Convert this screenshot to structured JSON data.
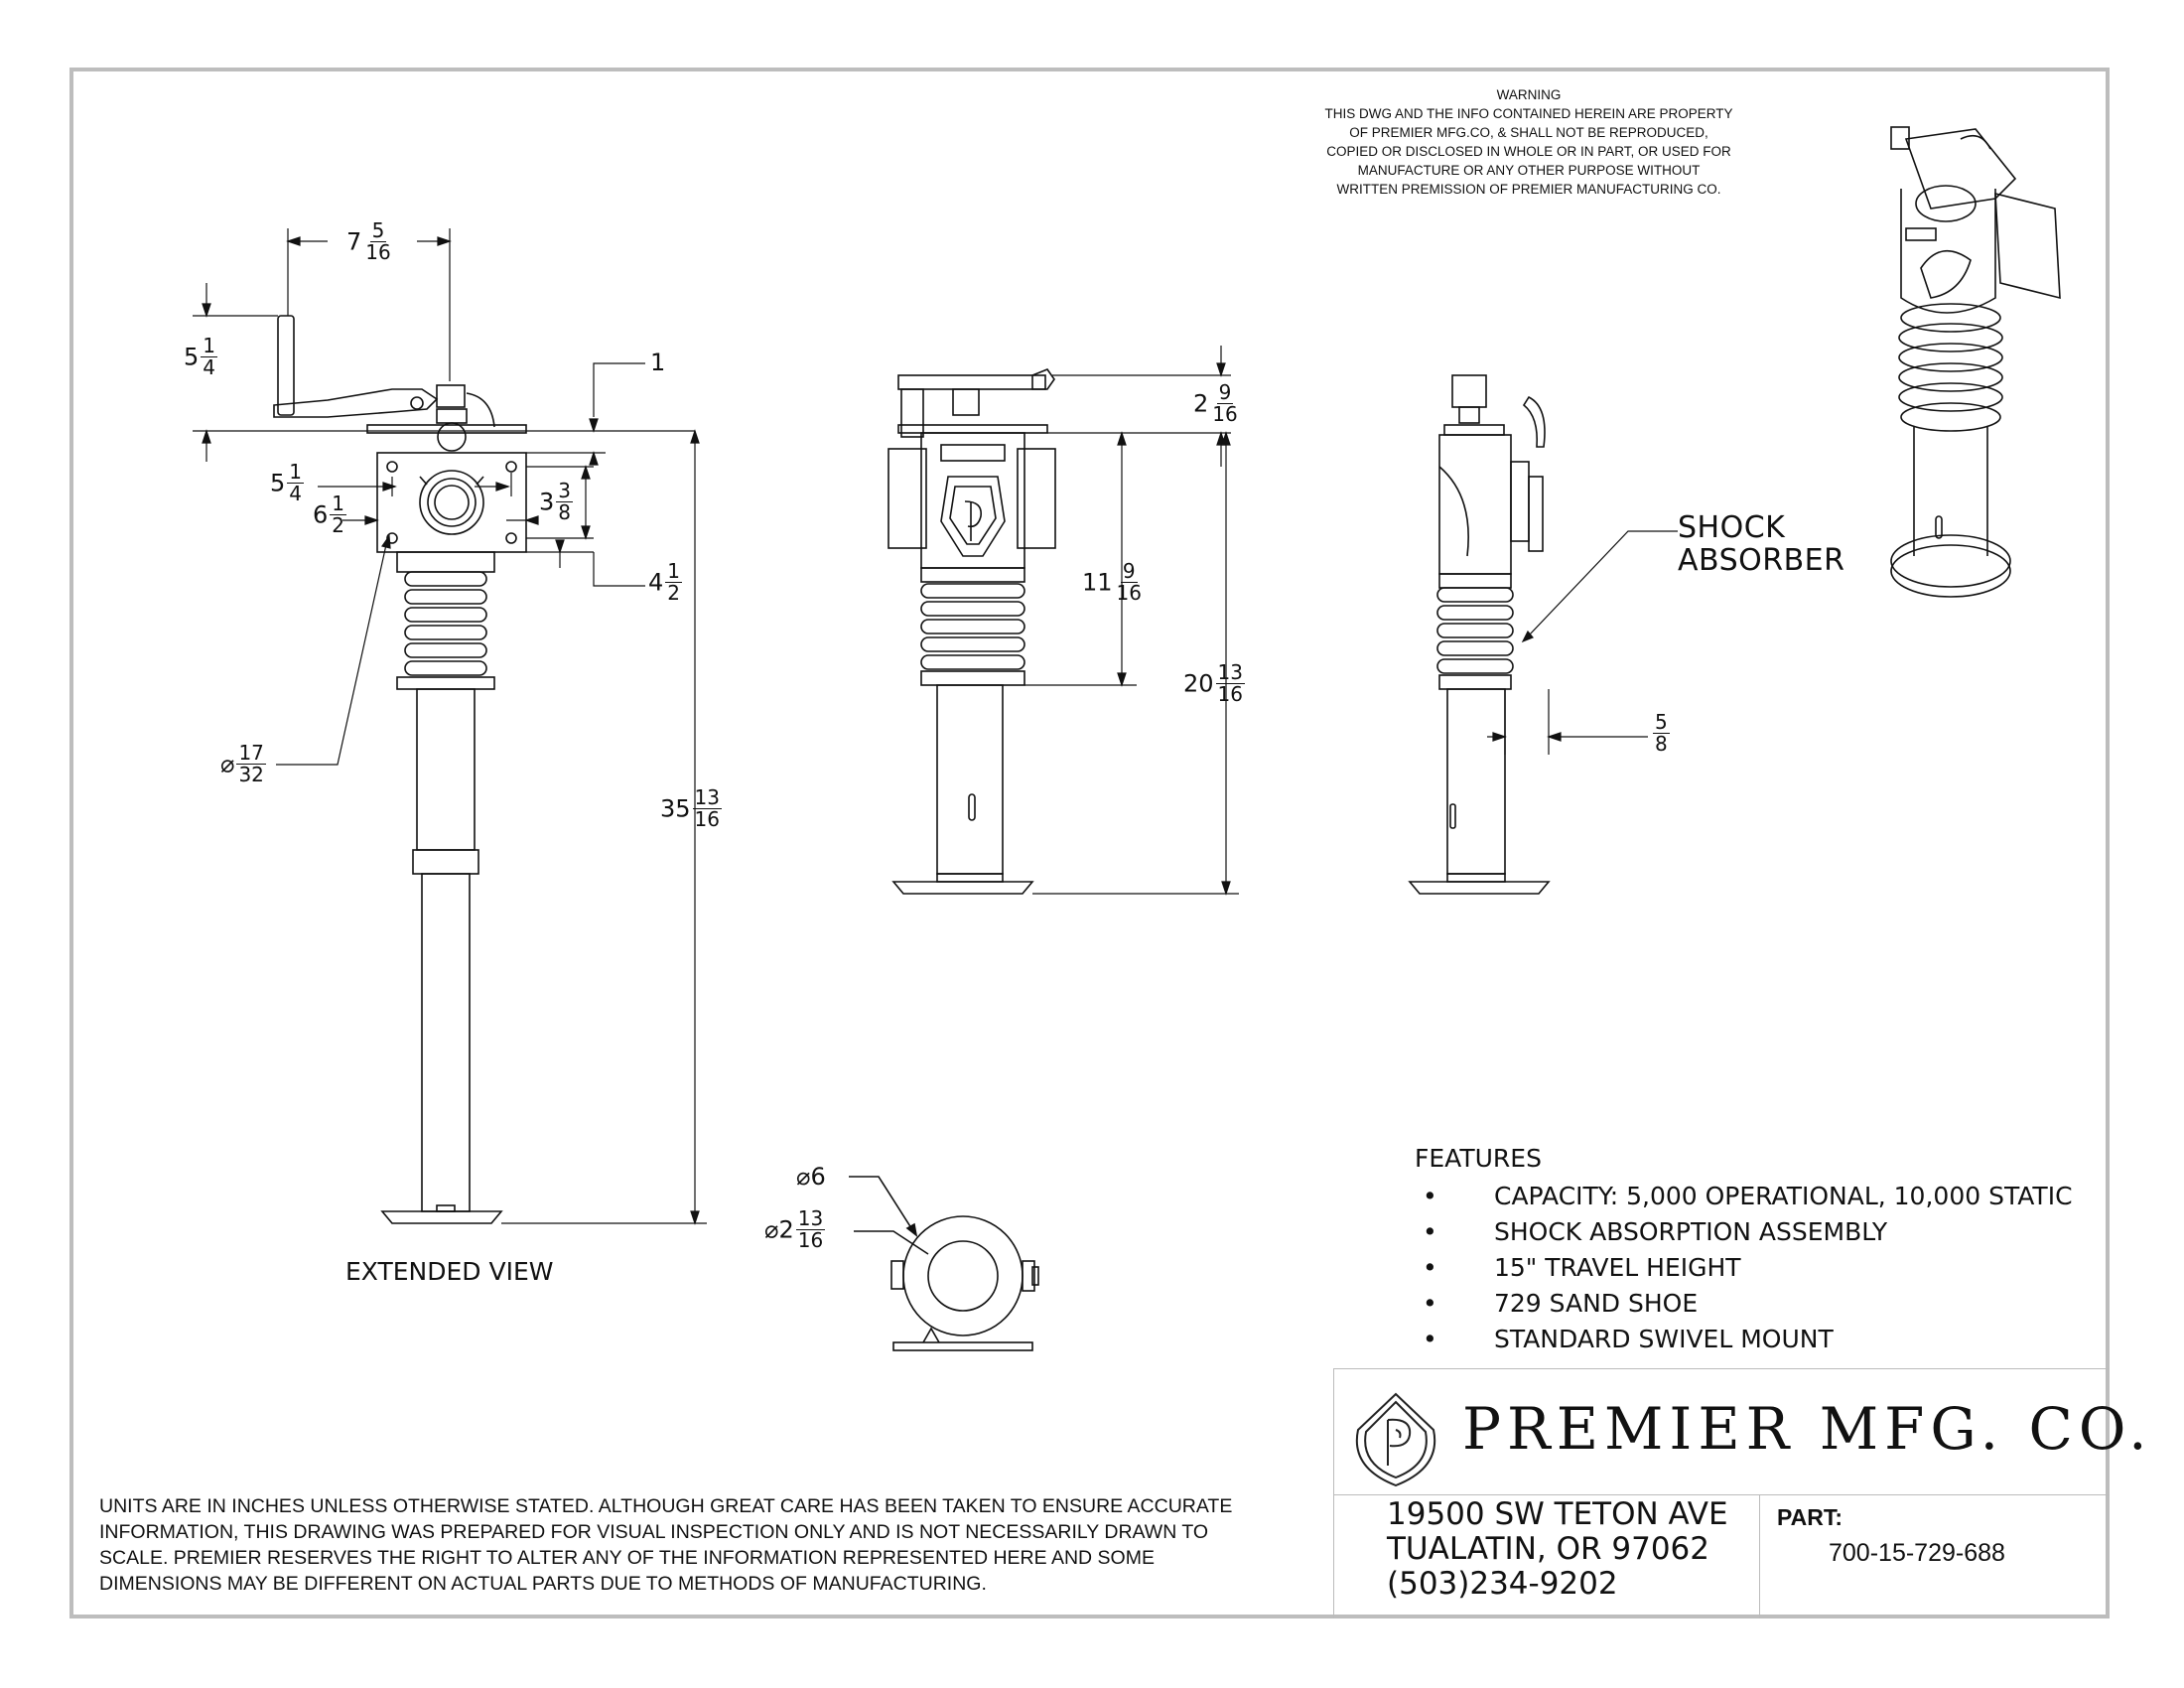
{
  "warning": {
    "lines": [
      "WARNING",
      "THIS DWG AND THE INFO CONTAINED HEREIN ARE PROPERTY",
      "OF PREMIER MFG.CO, & SHALL NOT BE REPRODUCED,",
      "COPIED OR DISCLOSED IN WHOLE OR IN PART, OR USED FOR",
      "MANUFACTURE OR ANY OTHER PURPOSE WITHOUT",
      "WRITTEN PREMISSION OF PREMIER MANUFACTURING CO."
    ]
  },
  "dimensions": {
    "handle_offset": {
      "whole": "7",
      "num": "5",
      "den": "16"
    },
    "handle_height": {
      "whole": "5",
      "num": "1",
      "den": "4"
    },
    "plate_offset": {
      "whole": "1"
    },
    "plate_width": {
      "whole": "5",
      "num": "1",
      "den": "4"
    },
    "plate_width_outer": {
      "whole": "6",
      "num": "1",
      "den": "2"
    },
    "plate_height": {
      "whole": "3",
      "num": "3",
      "den": "8"
    },
    "plate_height_outer": {
      "whole": "4",
      "num": "1",
      "den": "2"
    },
    "hole_dia": {
      "prefix": "⌀",
      "num": "17",
      "den": "32"
    },
    "extended_height": {
      "whole": "35",
      "num": "13",
      "den": "16"
    },
    "top_height": {
      "whole": "2",
      "num": "9",
      "den": "16"
    },
    "spring_height": {
      "whole": "11",
      "num": "9",
      "den": "16"
    },
    "retracted_height": {
      "whole": "20",
      "num": "13",
      "den": "16"
    },
    "side_offset": {
      "num": "5",
      "den": "8"
    },
    "outer_dia": {
      "prefix": "⌀",
      "whole": "6"
    },
    "inner_dia": {
      "prefix": "⌀",
      "whole": "2",
      "num": "13",
      "den": "16"
    }
  },
  "labels": {
    "shock_absorber": [
      "SHOCK",
      "ABSORBER"
    ],
    "extended_view": "EXTENDED VIEW"
  },
  "features": {
    "title": "FEATURES",
    "items": [
      "CAPACITY: 5,000 OPERATIONAL, 10,000 STATIC",
      "SHOCK ABSORPTION ASSEMBLY",
      "15\" TRAVEL HEIGHT",
      "729 SAND SHOE",
      "STANDARD SWIVEL MOUNT"
    ]
  },
  "title_block": {
    "company": "PREMIER MFG. CO.",
    "address": [
      "19500 SW TETON AVE",
      "TUALATIN, OR 97062",
      "(503)234-9202"
    ],
    "part_label": "PART:",
    "part_number": "700-15-729-688"
  },
  "disclaimer": [
    "UNITS ARE IN INCHES UNLESS OTHERWISE STATED.  ALTHOUGH GREAT CARE HAS BEEN TAKEN TO ENSURE ACCURATE",
    "INFORMATION, THIS DRAWING WAS PREPARED FOR VISUAL INSPECTION ONLY AND IS NOT NECESSARILY DRAWN TO",
    "SCALE.  PREMIER RESERVES THE RIGHT TO ALTER ANY OF THE INFORMATION REPRESENTED HERE AND SOME",
    "DIMENSIONS MAY BE DIFFERENT ON ACTUAL PARTS DUE TO METHODS OF MANUFACTURING."
  ]
}
